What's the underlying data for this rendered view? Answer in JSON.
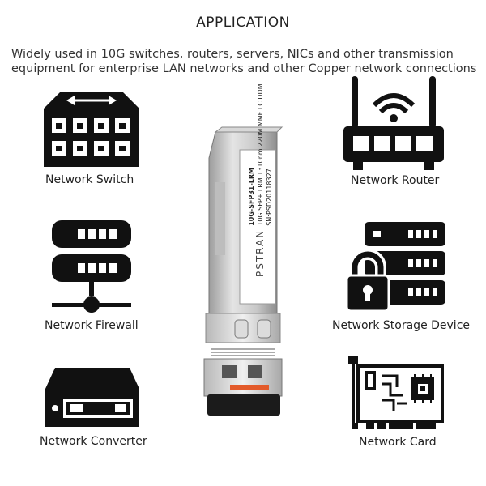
{
  "heading": "APPLICATION",
  "description": {
    "line1": "Widely used in 10G switches, routers, servers, NICs and other transmission",
    "line2": "equipment for enterprise LAN networks and other Copper network connections"
  },
  "devices": {
    "switch": "Network Switch",
    "router": "Network Router",
    "firewall": "Network Firewall",
    "storage": "Network Storage Device",
    "converter": "Network Converter",
    "card": "Network Card"
  },
  "module": {
    "brand": "PSTRAN",
    "model": "10G-SFP31-LRM",
    "spec": "10G SFP+ LRM 1310nm 220M MMF LC DDM",
    "serial": "SN:PSD20118327"
  }
}
